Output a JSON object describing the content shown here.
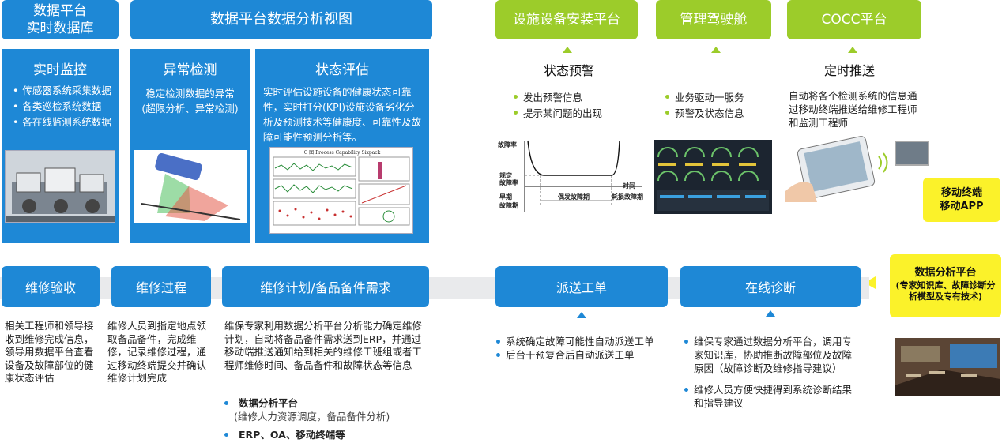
{
  "top_left": {
    "realtime_db": "数据平台\n实时数据库",
    "analysis_view": "数据平台数据分析视图"
  },
  "panels": {
    "monitor": {
      "title": "实时监控",
      "items": [
        "传感器系统采集数据",
        "各类巡检系统数据",
        "各在线监测系统数据"
      ]
    },
    "anomaly": {
      "title": "异常检测",
      "text": "稳定检测数据的异常\n(超限分析、异常检测)"
    },
    "status": {
      "title": "状态评估",
      "text": "实时评估设施设备的健康状态可靠性，实时打分(KPI)设施设备劣化分析及预测技术等健康度、可靠性及故障可能性预测分析等。"
    },
    "chart_title": "C 图 Process Capability Sixpack"
  },
  "green_tabs": [
    "设施设备安装平台",
    "管理驾驶舱",
    "COCC平台"
  ],
  "alert": {
    "heading": "状态预警",
    "items": [
      "发出预警信息",
      "提示某问题的出现"
    ],
    "curve": {
      "y_label": "故障率",
      "rated": "规定\n故障率",
      "early": "早期\n故障期",
      "random": "偶发故障期",
      "wear": "耗损故障期",
      "time": "时间"
    }
  },
  "cockpit": {
    "items": [
      "业务驱动一服务",
      "预警及状态信息"
    ]
  },
  "push": {
    "heading": "定时推送",
    "text": "自动将各个检测系统的信息通过移动终端推送给维修工程师和监测工程师"
  },
  "mobile_box": "移动终端\n移动APP",
  "platform_box": {
    "title": "数据分析平台",
    "sub": "(专家知识库、故障诊断分析模型及专有技术)"
  },
  "steps": {
    "acceptance": "维修验收",
    "process": "维修过程",
    "plan": "维修计划/备品备件需求",
    "dispatch": "派送工单",
    "diagnosis": "在线诊断"
  },
  "descs": {
    "acceptance": "相关工程师和领导接收到维修完成信息，领导用数据平台查看设备及故障部位的健康状态评估",
    "process": "维修人员到指定地点领取备品备件，完成维修，记录维修过程，通过移动终端提交并确认维修计划完成",
    "plan": "维保专家利用数据分析平台分析能力确定维修计划，自动将备品备件需求送到ERP，并通过移动端推送通知给到相关的维修工班组或者工程师维修时间、备品备件和故障状态等信息",
    "plan_b1_title": "数据分析平台",
    "plan_b1_sub": "(维修人力资源调度，备品备件分析)",
    "plan_b2": "ERP、OA、移动终端等",
    "dispatch_items": [
      "系统确定故障可能性自动派送工单",
      "后台干预复合后自动派送工单"
    ],
    "diagnosis_items": [
      "维保专家通过数据分析平台，调用专家知识库，协助推断故障部位及故障原因（故障诊断及维修指导建议）",
      "维修人员方便快捷得到系统诊断结果和指导建议"
    ]
  },
  "colors": {
    "blue": "#1e88d6",
    "green": "#9ccc2a",
    "yellow": "#fbf22a",
    "band": "#e9eaec"
  }
}
